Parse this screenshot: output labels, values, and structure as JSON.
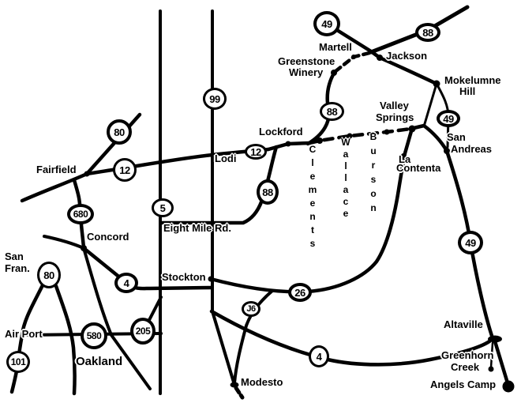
{
  "colors": {
    "background": "#ffffff",
    "line": "#000000",
    "text": "#000000"
  },
  "badges": {
    "b49_top": "49",
    "b88_top": "88",
    "b99": "99",
    "b80_ff": "80",
    "b12_ff": "12",
    "b12_lf": "12",
    "b88_mid": "88",
    "b88_s": "88",
    "b5": "5",
    "b680": "680",
    "b80_sf": "80",
    "b4_w": "4",
    "b101": "101",
    "b580": "580",
    "b205": "205",
    "bj6": "J6",
    "b26": "26",
    "b4_e": "4",
    "b49_vs": "49",
    "b49_s": "49"
  },
  "places": {
    "martell": "Martell",
    "jackson": "Jackson",
    "greenstone": "Greenstone",
    "winery": "Winery",
    "mokelumne": "Mokelumne",
    "hill": "Hill",
    "valley": "Valley",
    "springs": "Springs",
    "san": "San",
    "andreas": "Andreas",
    "la": "La",
    "contenta": "Contenta",
    "lockford": "Lockford",
    "lodi": "Lodi",
    "fairfield": "Fairfield",
    "eight_mile": "Eight Mile Rd.",
    "concord": "Concord",
    "san_f": "San",
    "fran": "Fran.",
    "air_port": "Air Port",
    "oakland": "Oakland",
    "stockton": "Stockton",
    "modesto": "Modesto",
    "altaville": "Altaville",
    "greenhorn": "Greenhorn",
    "creek": "Creek",
    "angels_camp": "Angels Camp",
    "clements": "Clements",
    "wallace": "Wallace",
    "burson": "Burson"
  }
}
